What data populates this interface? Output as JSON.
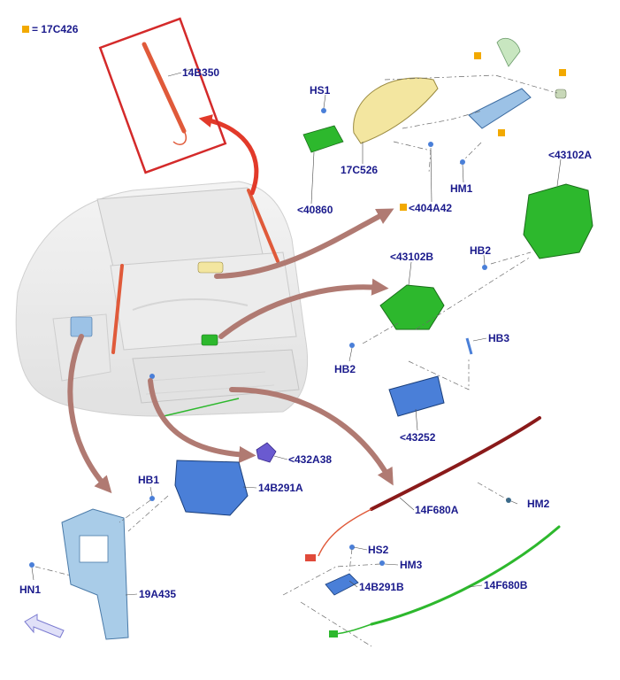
{
  "legend": {
    "marker_color": "#f2a900",
    "text": "= 17C426"
  },
  "colors": {
    "label": "#1a1a8c",
    "strut": "#e05a3a",
    "highlight_box": "#d42a2a",
    "green_part": "#2db82d",
    "blue_part": "#4a7fd8",
    "light_blue_part": "#a9cce8",
    "yellow_part": "#f3e6a0",
    "arrow": "#b07a72"
  },
  "labels": {
    "l14B350": "14B350",
    "lHS1": "HS1",
    "l40860": "<40860",
    "l17C526": "17C526",
    "l404A42": "<404A42",
    "lHM1": "HM1",
    "l43102A": "<43102A",
    "l43102B": "<43102B",
    "lHB2a": "HB2",
    "lHB2b": "HB2",
    "lHB3": "HB3",
    "l43252": "<43252",
    "l432A38": "<432A38",
    "lHB1": "HB1",
    "l14B291A": "14B291A",
    "lHM2": "HM2",
    "l14F680A": "14F680A",
    "lHS2": "HS2",
    "lHM3": "HM3",
    "l14B291B": "14B291B",
    "l14F680B": "14F680B",
    "lHN1": "HN1",
    "l19A435": "19A435"
  }
}
